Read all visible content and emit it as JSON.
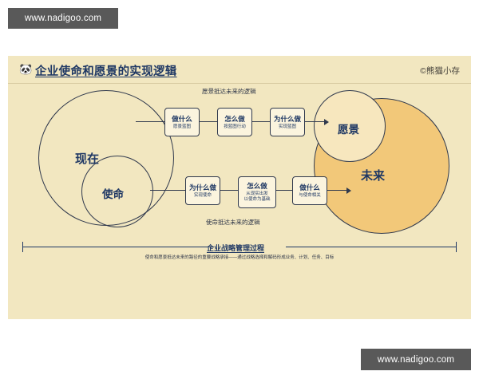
{
  "watermark": {
    "top_text": "www.nadigoo.com",
    "bottom_text": "www.nadigoo.com"
  },
  "header": {
    "icon": "panda-icon",
    "title": "企业使命和愿景的实现逻辑",
    "copyright": "©熊猫小存"
  },
  "diagram": {
    "circles": [
      {
        "key": "present",
        "label": "现在",
        "fill": "transparent",
        "stroke": "#30394d"
      },
      {
        "key": "mission",
        "label": "使命",
        "fill": "transparent",
        "stroke": "#30394d"
      },
      {
        "key": "vision",
        "label": "愿景",
        "fill": "#F7E7BE",
        "stroke": "#30394d"
      },
      {
        "key": "future",
        "label": "未来",
        "fill": "#F2C879",
        "stroke": "#30394d"
      }
    ],
    "top_flow": {
      "caption": "愿景抵达未来的逻辑",
      "nodes": [
        {
          "title": "做什么",
          "sub1": "愿景蓝图",
          "sub2": ""
        },
        {
          "title": "怎么做",
          "sub1": "按蓝图行动",
          "sub2": ""
        },
        {
          "title": "为什么做",
          "sub1": "实现蓝图",
          "sub2": ""
        }
      ]
    },
    "bottom_flow": {
      "caption": "使命抵达未来的逻辑",
      "nodes": [
        {
          "title": "为什么做",
          "sub1": "实现使命",
          "sub2": ""
        },
        {
          "title": "怎么做",
          "sub1": "从现实出发",
          "sub2": "以使命为基础"
        },
        {
          "title": "做什么",
          "sub1": "与使命相关",
          "sub2": ""
        }
      ]
    },
    "footer": {
      "process_title": "企业战略管理过程",
      "process_desc": "使命和愿景抵达未来的路径的重要战略承接——通过战略选择和解码形成业务、计划、任务、目标"
    }
  }
}
